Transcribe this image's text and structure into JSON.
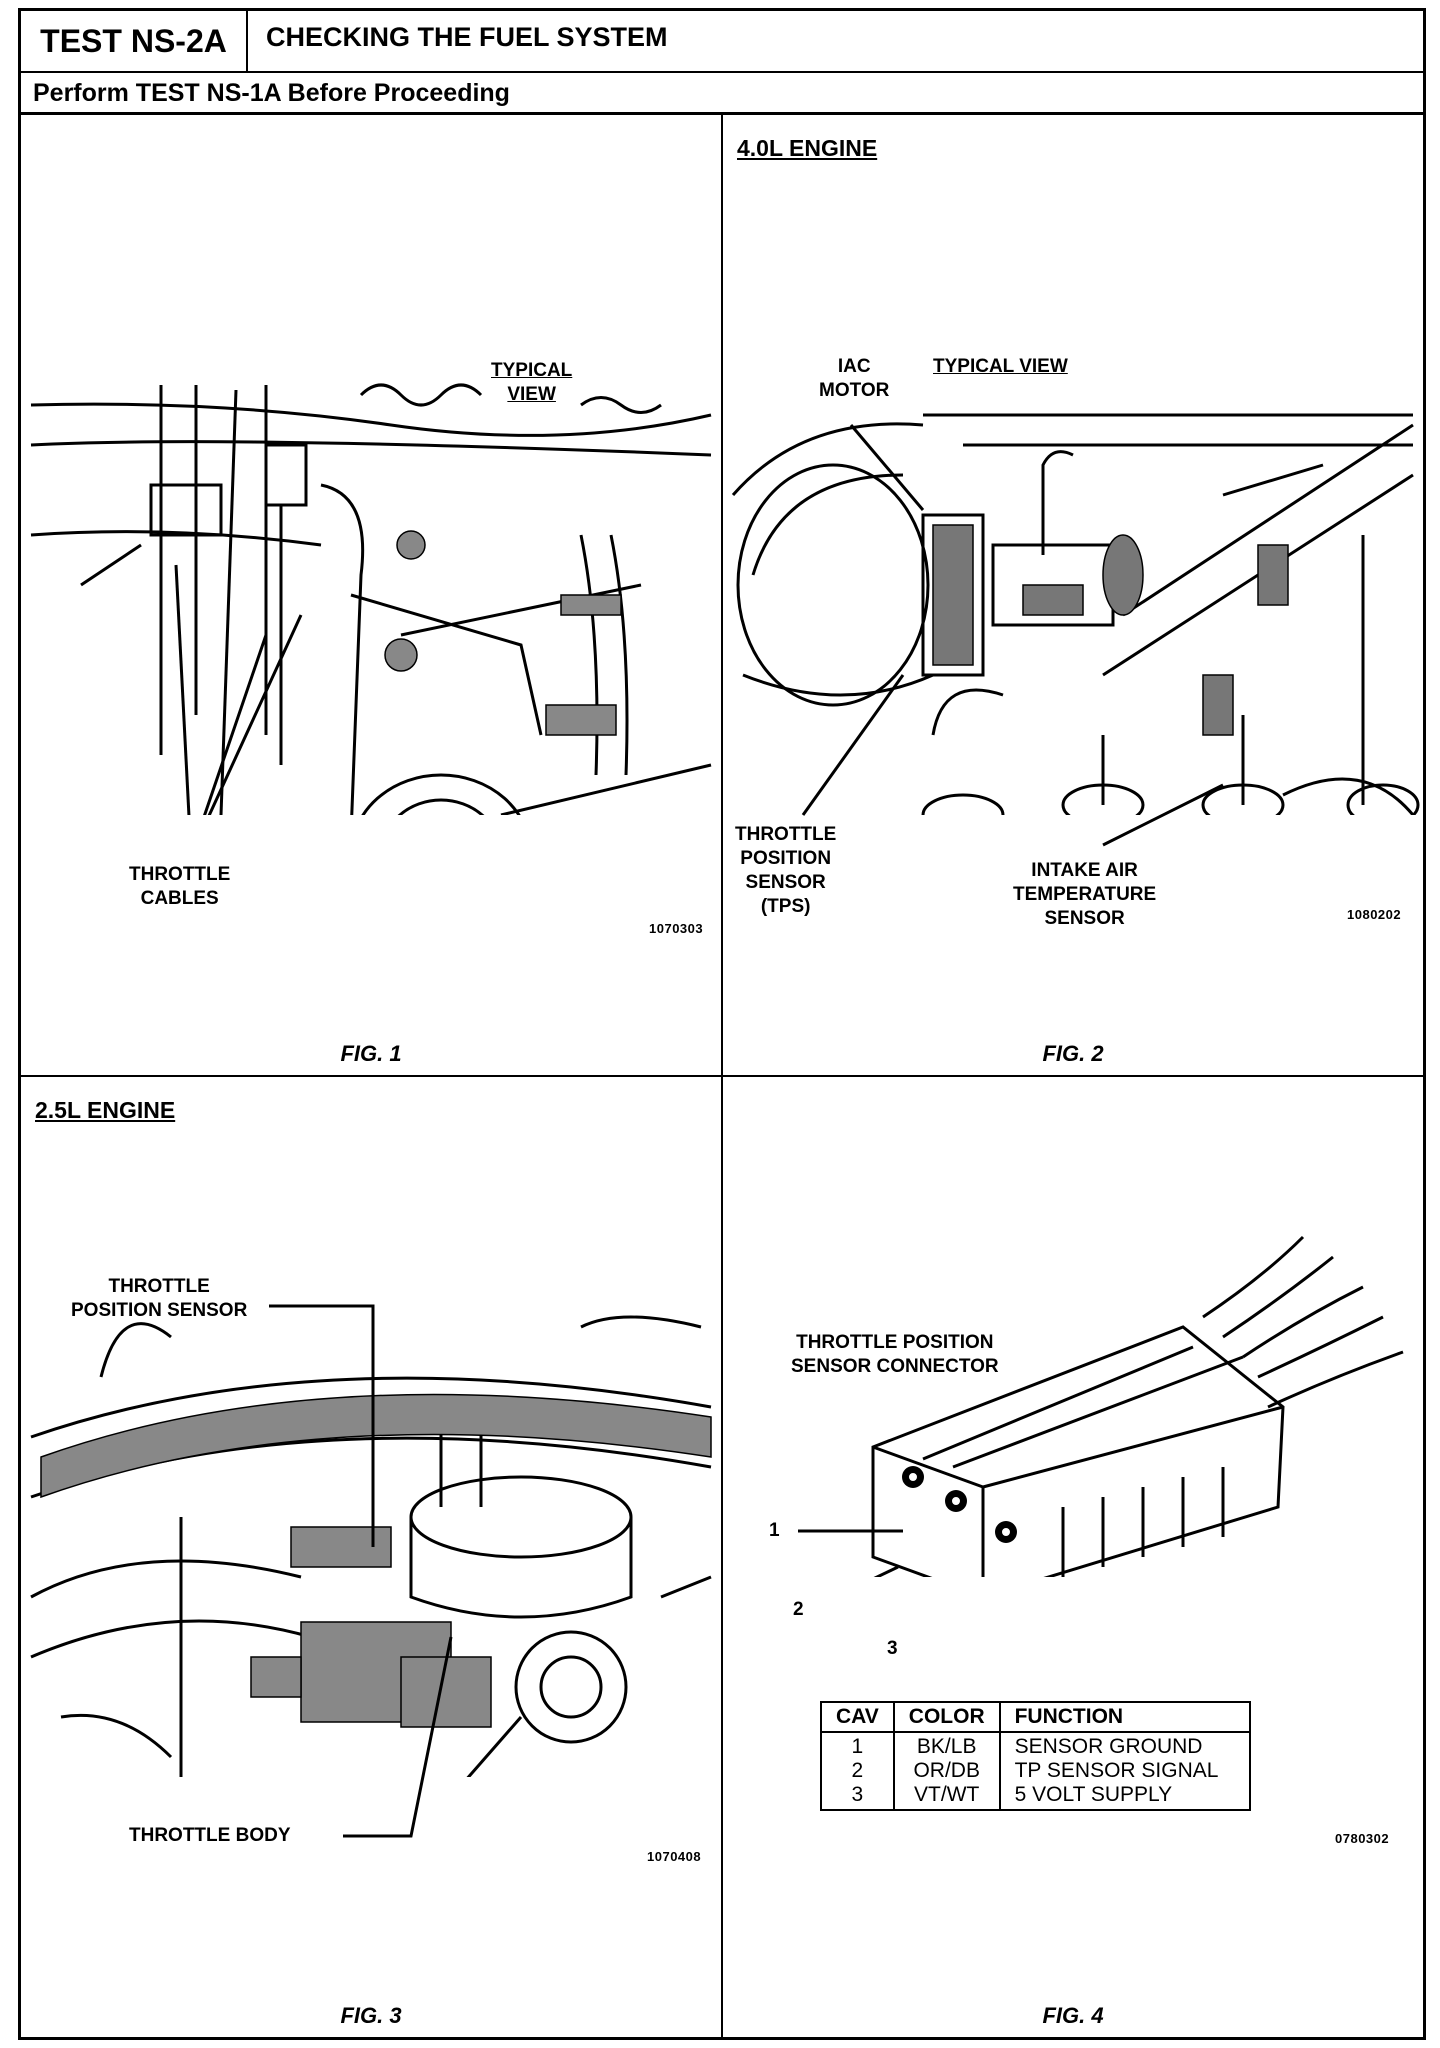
{
  "header": {
    "test_id": "TEST NS-2A",
    "title": "CHECKING THE FUEL SYSTEM",
    "subtitle": "Perform TEST NS-1A Before Proceeding"
  },
  "fig1": {
    "view_line1": "TYPICAL",
    "view_line2": "VIEW",
    "callout_line1": "THROTTLE",
    "callout_line2": "CABLES",
    "code": "1070303",
    "caption": "FIG. 1"
  },
  "fig2": {
    "heading": "4.0L ENGINE",
    "view": "TYPICAL VIEW",
    "iac_line1": "IAC",
    "iac_line2": "MOTOR",
    "tps_line1": "THROTTLE",
    "tps_line2": "POSITION",
    "tps_line3": "SENSOR",
    "tps_line4": "(TPS)",
    "iat_line1": "INTAKE AIR",
    "iat_line2": "TEMPERATURE",
    "iat_line3": "SENSOR",
    "code": "1080202",
    "caption": "FIG. 2"
  },
  "fig3": {
    "heading": "2.5L ENGINE",
    "tps_line1": "THROTTLE",
    "tps_line2": "POSITION SENSOR",
    "body_label": "THROTTLE BODY",
    "code": "1070408",
    "caption": "FIG. 3"
  },
  "fig4": {
    "connector_line1": "THROTTLE POSITION",
    "connector_line2": "SENSOR CONNECTOR",
    "pin1": "1",
    "pin2": "2",
    "pin3": "3",
    "table": {
      "headers": [
        "CAV",
        "COLOR",
        "FUNCTION"
      ],
      "rows": [
        [
          "1",
          "BK/LB",
          "SENSOR GROUND"
        ],
        [
          "2",
          "OR/DB",
          "TP SENSOR SIGNAL"
        ],
        [
          "3",
          "VT/WT",
          "5 VOLT SUPPLY"
        ]
      ]
    },
    "code": "0780302",
    "caption": "FIG. 4"
  }
}
